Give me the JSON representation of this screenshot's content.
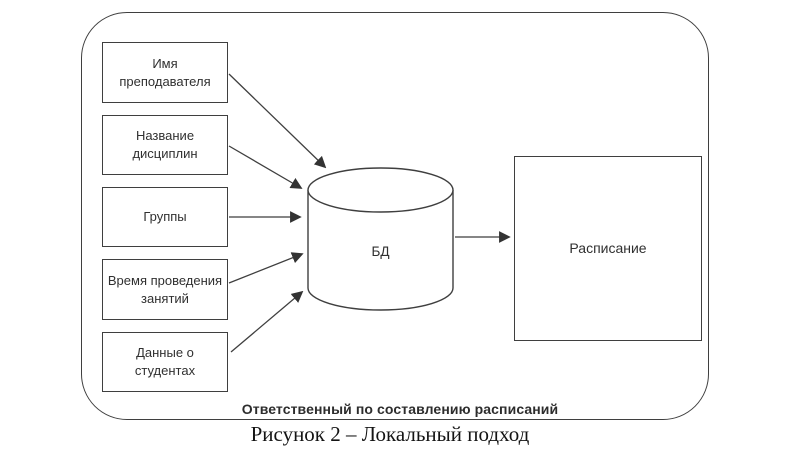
{
  "diagram": {
    "sources": [
      {
        "label": "Имя\nпреподавателя"
      },
      {
        "label": "Название\nдисциплин"
      },
      {
        "label": "Группы"
      },
      {
        "label": "Время проведения\nзанятий"
      },
      {
        "label": "Данные о\nстудентах"
      }
    ],
    "database": {
      "label": "БД"
    },
    "output": {
      "label": "Расписание"
    },
    "boundary_label": "Ответственный по составлению расписаний",
    "caption": "Рисунок 2 – Локальный подход",
    "colors": {
      "line": "#3f3f3f",
      "text": "#303030",
      "background": "#ffffff"
    }
  }
}
